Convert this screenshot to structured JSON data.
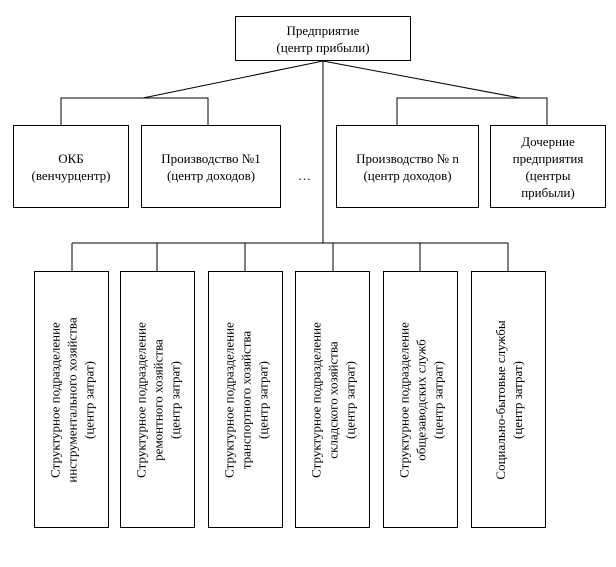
{
  "root": {
    "line1": "Предприятие",
    "line2": "(центр прибыли)"
  },
  "mid": {
    "okb": {
      "line1": "ОКБ",
      "line2": "(венчурцентр)"
    },
    "prod1": {
      "line1": "Производство №1",
      "line2": "(центр доходов)"
    },
    "ellipsis": "…",
    "prodn": {
      "line1": "Производство № n",
      "line2": "(центр доходов)"
    },
    "subs": {
      "line1": "Дочерние",
      "line2": "предприятия",
      "line3": "(центры",
      "line4": "прибыли)"
    }
  },
  "bottom": [
    {
      "line1": "Структурное подразделение",
      "line2": "инструментального хозяйства",
      "line3": "(центр затрат)"
    },
    {
      "line1": "Структурное подразделение",
      "line2": "ремонтного хозяйства",
      "line3": "(центр затрат)"
    },
    {
      "line1": "Структурное подразделение",
      "line2": "транспортного хозяйства",
      "line3": "(центр затрат)"
    },
    {
      "line1": "Структурное подразделение",
      "line2": "складского хозяйства",
      "line3": "(центр затрат)"
    },
    {
      "line1": "Структурное подразделение",
      "line2": "общезаводских служб",
      "line3": "(центр затрат)"
    },
    {
      "line1": "Социально-бытовые службы",
      "line2": "(центр затрат)"
    }
  ]
}
